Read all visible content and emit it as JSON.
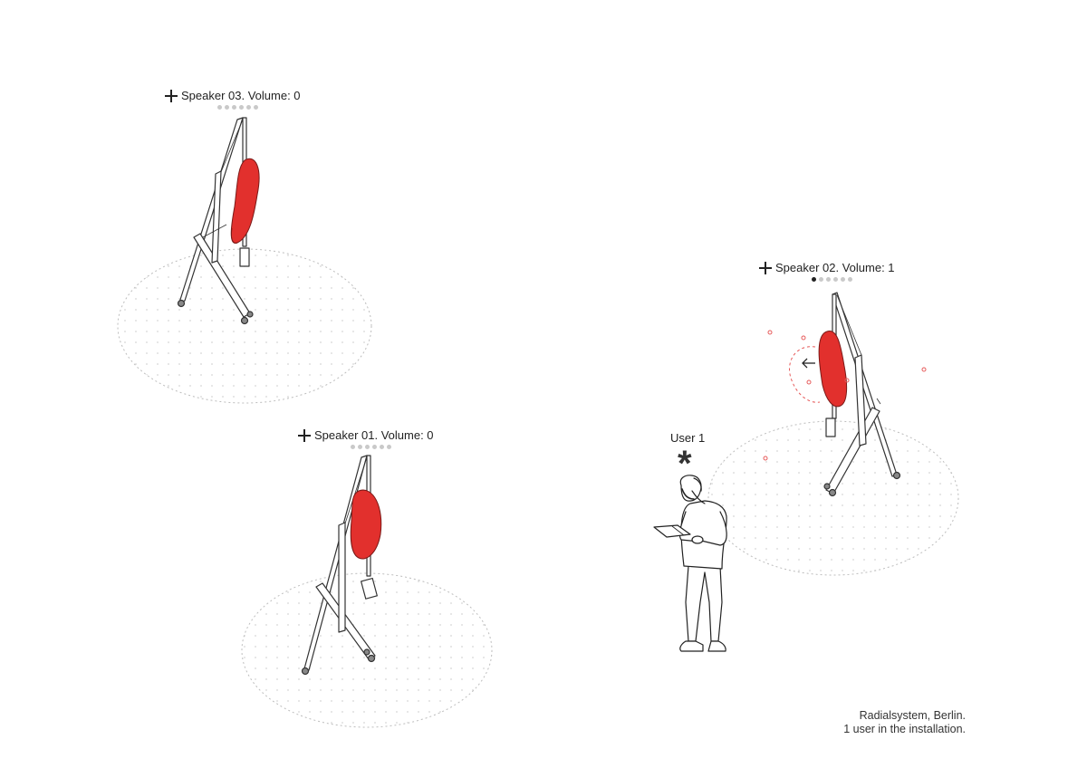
{
  "speakers": [
    {
      "name": "Speaker 03. Volume: 0",
      "volume": 0,
      "levels": 6
    },
    {
      "name": "Speaker 02. Volume: 1",
      "volume": 1,
      "levels": 6
    },
    {
      "name": "Speaker 01. Volume: 0",
      "volume": 0,
      "levels": 6
    }
  ],
  "user": {
    "label": "User 1",
    "marker_icon": "asterisk-icon"
  },
  "caption": {
    "line1": "Radialsystem, Berlin.",
    "line2": "1 user in the installation."
  },
  "colors": {
    "speaker_red": "#e2302d",
    "zone_dots": "#d6d6d6",
    "wave_red": "#e65b5b",
    "ink": "#222222"
  }
}
